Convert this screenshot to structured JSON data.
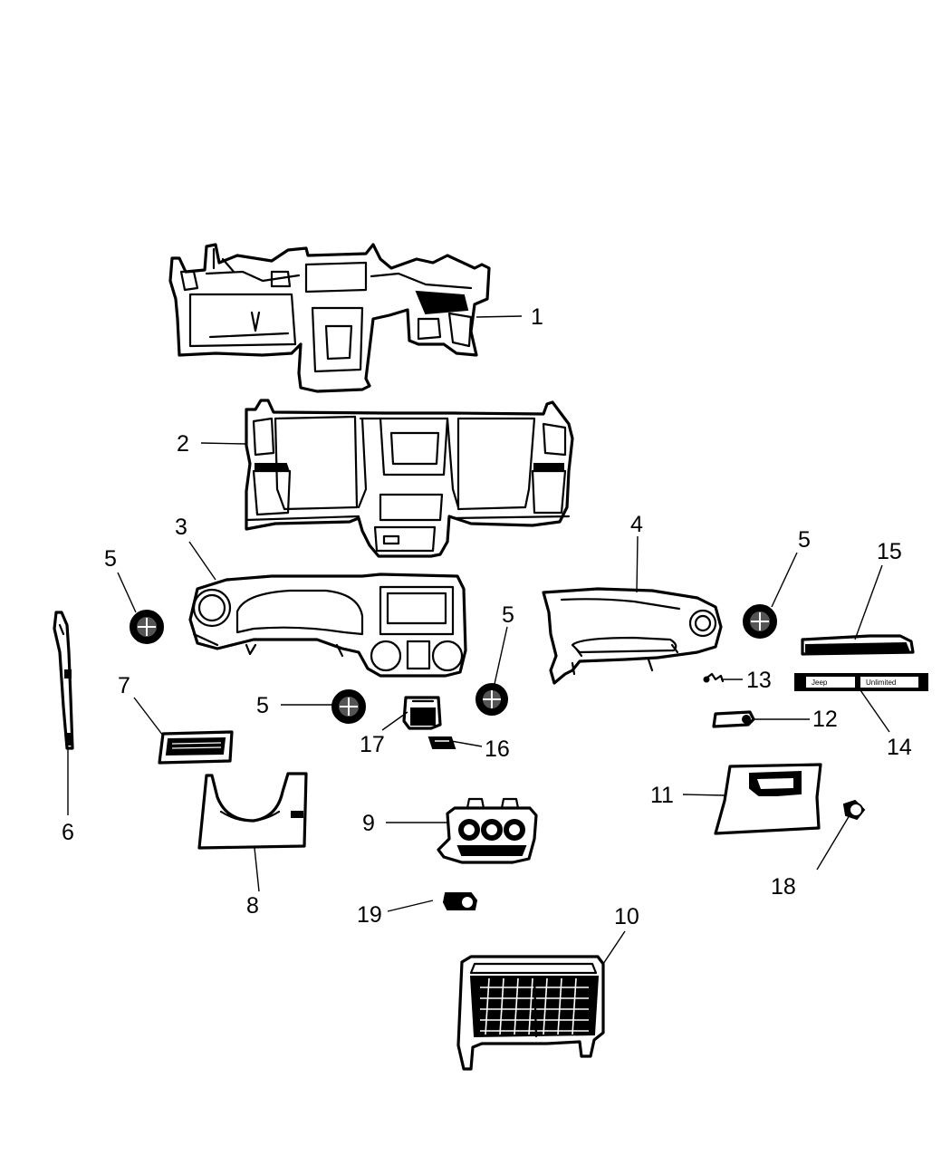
{
  "diagram": {
    "callouts": {
      "c1": "1",
      "c2": "2",
      "c3": "3",
      "c4": "4",
      "c5a": "5",
      "c5b": "5",
      "c5c": "5",
      "c5d": "5",
      "c6": "6",
      "c7": "7",
      "c8": "8",
      "c9": "9",
      "c10": "10",
      "c11": "11",
      "c12": "12",
      "c13": "13",
      "c14": "14",
      "c15": "15",
      "c16": "16",
      "c17": "17",
      "c18": "18",
      "c19": "19"
    },
    "badge_text": {
      "left": "Jeep",
      "right": "Unlimited"
    }
  }
}
